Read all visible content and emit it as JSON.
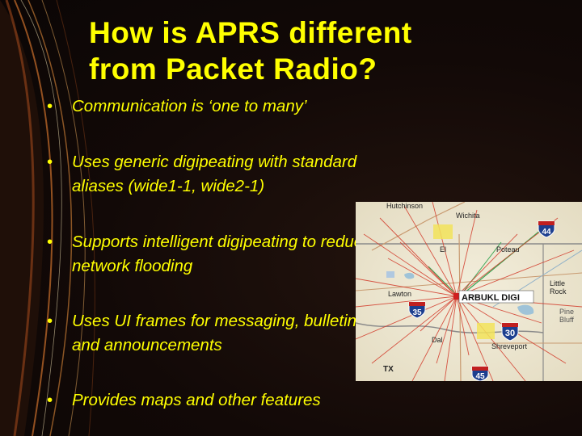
{
  "slide": {
    "title_line1": "How is APRS different",
    "title_line2": "from Packet Radio?",
    "bullet_glyph": "•",
    "bullets": [
      "Communication is ‘one to many’",
      "Uses generic digipeating with standard aliases (wide1-1, wide2-1)",
      "Supports intelligent digipeating to reduce network flooding",
      "Uses UI frames for messaging, bulletins and announcements",
      "Provides maps and other features"
    ],
    "colors": {
      "text": "#ffff00",
      "background": "#140b08",
      "path_lines": "#d23a2a"
    }
  },
  "map": {
    "labels": {
      "hutchinson": "Hutchinson",
      "wichita": "Wichita",
      "i44": "44",
      "el": "El",
      "poteau": "Poteau",
      "lawton": "Lawton",
      "digi": "ARBUKL DIGI",
      "i35": "35",
      "i30": "30",
      "little_rock": "Little\nRock",
      "pine_bluff": "Pine\nBluff",
      "dallas": "Dal",
      "shreveport": "Shreveport",
      "tx": "TX",
      "i45": "45"
    }
  }
}
